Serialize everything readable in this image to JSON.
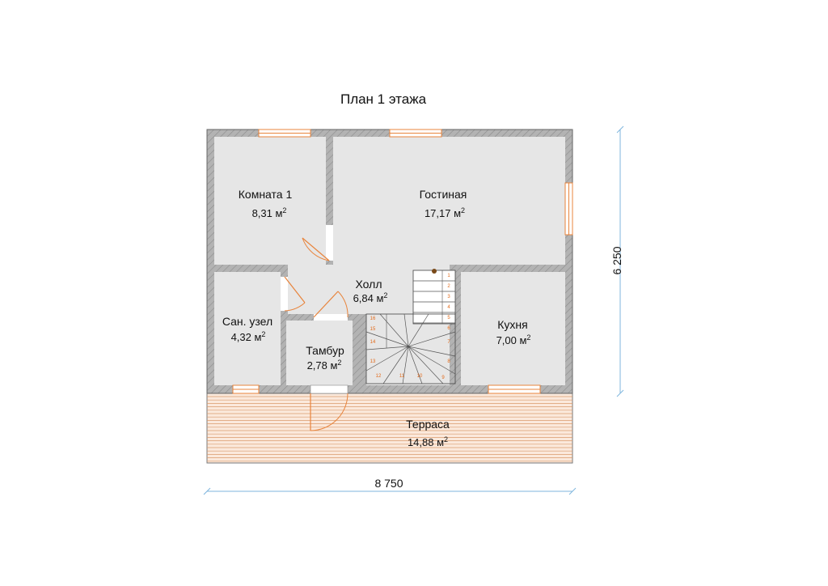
{
  "title": "План 1 этажа",
  "rooms": {
    "room1": {
      "name": "Комната 1",
      "area": "8,31 м",
      "unit_sup": "2"
    },
    "living": {
      "name": "Гостиная",
      "area": "17,17 м",
      "unit_sup": "2"
    },
    "hall": {
      "name": "Холл",
      "area": "6,84 м",
      "unit_sup": "2"
    },
    "bath": {
      "name": "Сан. узел",
      "area": "4,32 м",
      "unit_sup": "2"
    },
    "vestibule": {
      "name": "Тамбур",
      "area": "2,78 м",
      "unit_sup": "2"
    },
    "kitchen": {
      "name": "Кухня",
      "area": "7,00 м",
      "unit_sup": "2"
    },
    "terrace": {
      "name": "Терраса",
      "area": "14,88 м",
      "unit_sup": "2"
    }
  },
  "dimensions": {
    "width": "8 750",
    "height": "6 250"
  },
  "stairs": {
    "steps": [
      "1",
      "2",
      "3",
      "4",
      "5",
      "6",
      "7",
      "8",
      "9",
      "10",
      "11",
      "12",
      "13",
      "14",
      "15",
      "16"
    ]
  },
  "colors": {
    "wall": "#9a9a9a",
    "floor": "#e6e6e6",
    "terrace_fill": "#fbe9dc",
    "terrace_line": "#d99a6c",
    "door": "#e8843c",
    "window": "#e8843c",
    "dimension_line": "#7fb6de"
  }
}
